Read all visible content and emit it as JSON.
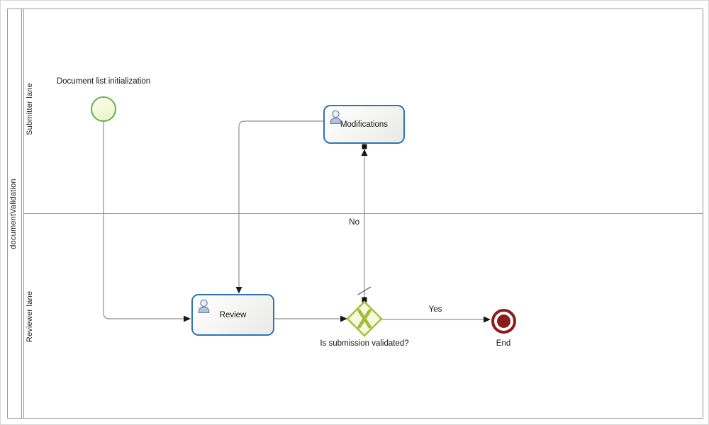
{
  "pool": {
    "name": "documentValidation"
  },
  "lanes": {
    "submitter": "Submitter lane",
    "reviewer": "Reviewer lane"
  },
  "nodes": {
    "start": {
      "type": "start-event",
      "label": "Document list initialization"
    },
    "modifications": {
      "type": "user-task",
      "label": "Modifications"
    },
    "review": {
      "type": "user-task",
      "label": "Review"
    },
    "gateway": {
      "type": "exclusive-gateway-x",
      "label": "Is submission validated?",
      "marker": "X"
    },
    "end": {
      "type": "end-event",
      "label": "End"
    }
  },
  "flows": {
    "yes": "Yes",
    "no": "No"
  },
  "icons": {
    "task_icon": "user-icon",
    "gateway_marker": "x-gateway-marker",
    "default_flow": "default-flow-slash"
  },
  "colors": {
    "task_border": "#2e74b5",
    "user_icon_fill": "#b3c4d9",
    "start_event_border": "#61b348",
    "start_event_fill": "#f3f8d6",
    "end_event": "#8c1d1d",
    "gateway_border": "#a8bf45",
    "gateway_fill": "#f7f9da",
    "connector": "#8f8f8f",
    "arrowhead": "#1a1a1a",
    "frame": "#9a9a9a"
  }
}
